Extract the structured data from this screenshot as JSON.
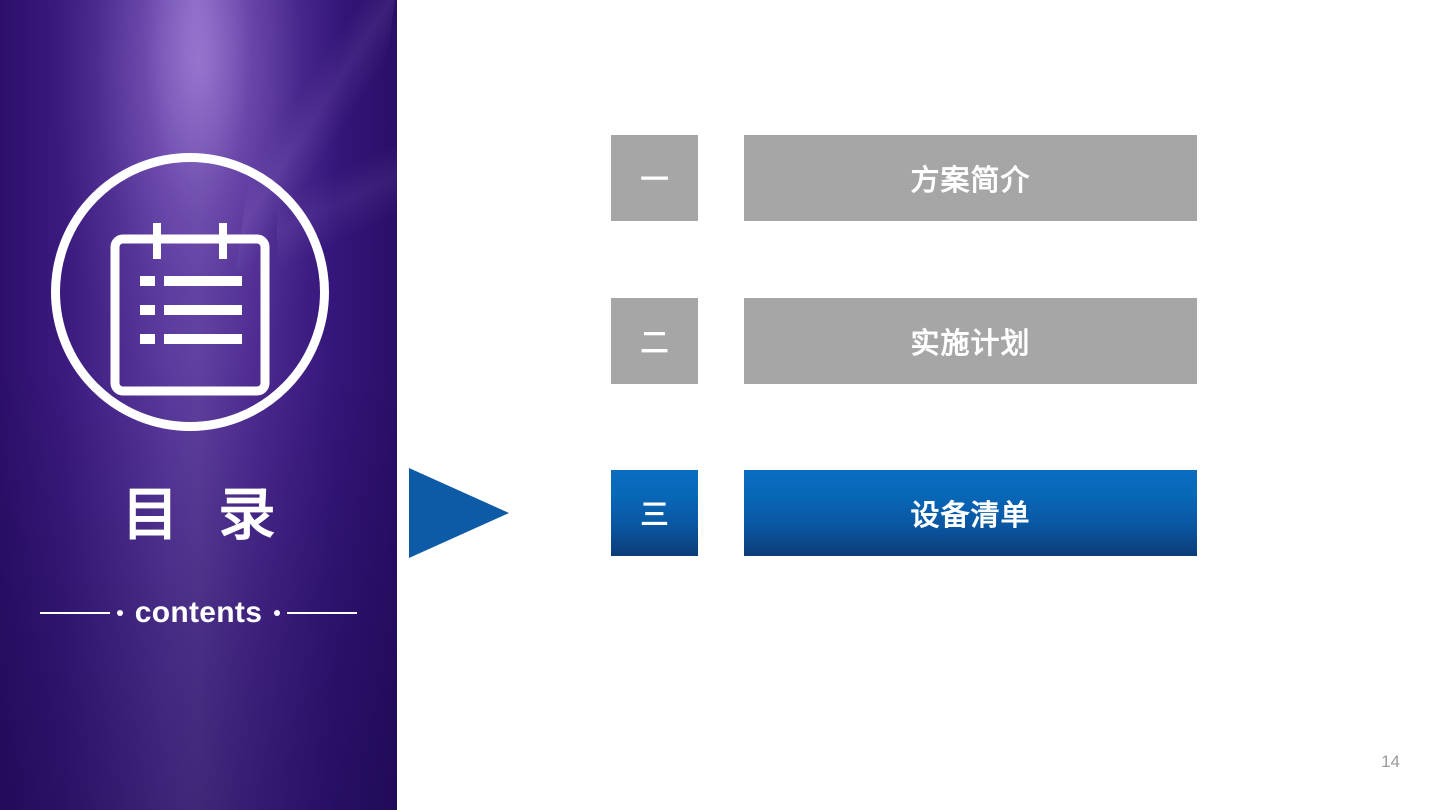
{
  "slide": {
    "page_number": "14",
    "background_color": "#ffffff"
  },
  "left_panel": {
    "title_cn": "目 录",
    "title_en": "contents",
    "icon_name": "clipboard-list-icon",
    "gradient_start": "#2d0f6b",
    "gradient_mid": "#60409f",
    "gradient_end": "#2b0e68"
  },
  "arrow": {
    "name": "right-pointing-triangle-marker",
    "color": "#0d5ba6"
  },
  "agenda": {
    "items": [
      {
        "number": "一",
        "label": "方案简介",
        "state": "inactive",
        "color": "#a6a6a6"
      },
      {
        "number": "二",
        "label": "实施计划",
        "state": "inactive",
        "color": "#a6a6a6"
      },
      {
        "number": "三",
        "label": "设备清单",
        "state": "active",
        "color": "#0868b9"
      }
    ]
  }
}
